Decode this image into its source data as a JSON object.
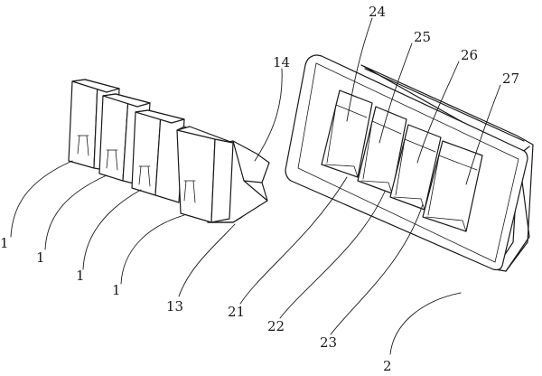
{
  "labels": {
    "l1a": "1",
    "l1b": "1",
    "l1c": "1",
    "l1d": "1",
    "l13": "13",
    "l14": "14",
    "l2": "2",
    "l21": "21",
    "l22": "22",
    "l23": "23",
    "l24": "24",
    "l25": "25",
    "l26": "26",
    "l27": "27"
  }
}
